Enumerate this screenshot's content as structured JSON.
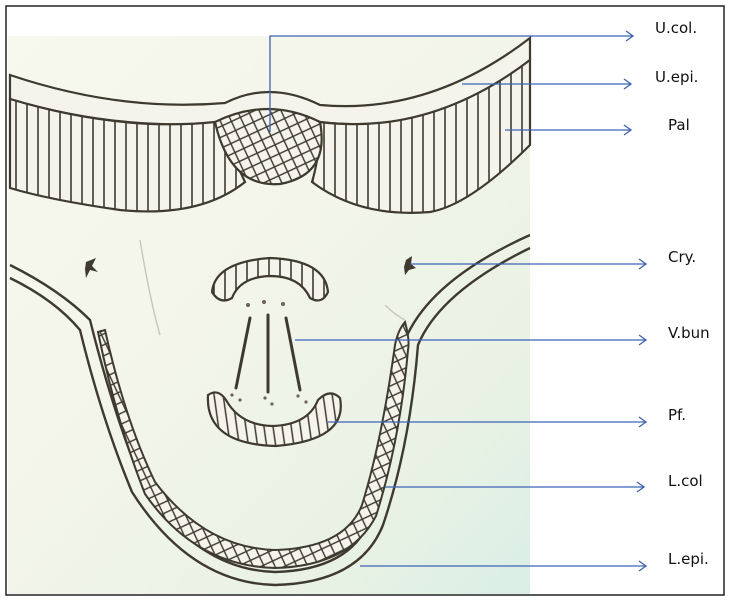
{
  "colors": {
    "background": "#f6f7ef",
    "outline": "#3e3a30",
    "leader_line": "#3b63b8",
    "label_text": "#111111"
  },
  "labels": [
    {
      "id": "ucol",
      "text": "U.col."
    },
    {
      "id": "uepi",
      "text": "U.epi."
    },
    {
      "id": "pal",
      "text": "Pal"
    },
    {
      "id": "cry",
      "text": "Cry."
    },
    {
      "id": "vbun",
      "text": "V.bun"
    },
    {
      "id": "pf",
      "text": "Pf."
    },
    {
      "id": "lcol",
      "text": "L.col"
    },
    {
      "id": "lepi",
      "text": "L.epi."
    }
  ]
}
